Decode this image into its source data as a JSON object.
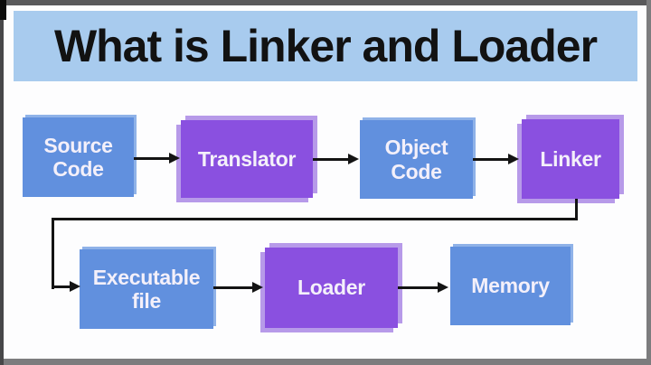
{
  "title": "What is Linker and Loader",
  "diagram": {
    "nodes": [
      {
        "id": "source-code",
        "label": "Source Code",
        "color": "blue"
      },
      {
        "id": "translator",
        "label": "Translator",
        "color": "purple"
      },
      {
        "id": "object-code",
        "label": "Object Code",
        "color": "blue"
      },
      {
        "id": "linker",
        "label": "Linker",
        "color": "purple"
      },
      {
        "id": "executable-file",
        "label": "Executable file",
        "color": "blue"
      },
      {
        "id": "loader",
        "label": "Loader",
        "color": "purple"
      },
      {
        "id": "memory",
        "label": "Memory",
        "color": "blue"
      }
    ],
    "edges": [
      {
        "from": "source-code",
        "to": "translator"
      },
      {
        "from": "translator",
        "to": "object-code"
      },
      {
        "from": "object-code",
        "to": "linker"
      },
      {
        "from": "linker",
        "to": "executable-file"
      },
      {
        "from": "executable-file",
        "to": "loader"
      },
      {
        "from": "loader",
        "to": "memory"
      }
    ]
  },
  "colors": {
    "banner_bg": "#a8cbee",
    "blue_box": "#6190de",
    "purple_box": "#8a50e0",
    "purple_shadow": "#b79ae9",
    "title_text": "#121212",
    "node_text": "#f4f0fa",
    "arrow": "#141414",
    "frame_gray": "#7c7c7e",
    "frame_dark": "#474749"
  }
}
